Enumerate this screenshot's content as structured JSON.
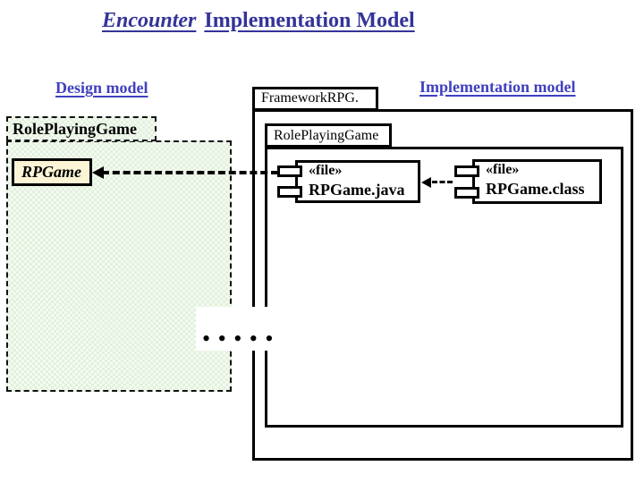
{
  "title": {
    "emphasis": "Encounter",
    "rest": "Implementation Model"
  },
  "section_labels": {
    "design": "Design model",
    "implementation": "Implementation model"
  },
  "design_package": {
    "tab_label": "RolePlayingGame",
    "class_name": "RPGame"
  },
  "implementation_package": {
    "outer_tab": "FrameworkRPG.",
    "inner_tab": "RolePlayingGame",
    "components": [
      {
        "stereotype": "«file»",
        "name": "RPGame.java"
      },
      {
        "stereotype": "«file»",
        "name": "RPGame.class"
      }
    ]
  },
  "ellipsis": "• • • • •",
  "colors": {
    "title_blue": "#333399",
    "heading_blue": "#4040c0",
    "package_green": "#eaf5e5",
    "class_box_fill": "#fbf5d5",
    "line_black": "#000000"
  }
}
